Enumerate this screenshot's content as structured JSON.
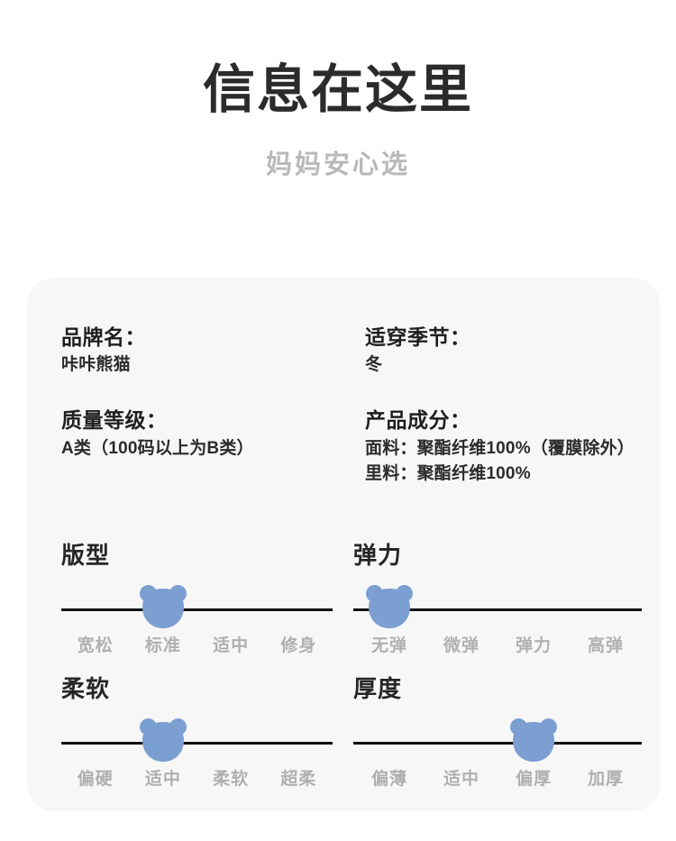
{
  "header": {
    "title": "信息在这里",
    "subtitle": "妈妈安心选"
  },
  "card": {
    "specs": {
      "left": [
        {
          "label": "品牌名：",
          "values": [
            "咔咔熊猫"
          ]
        },
        {
          "label": "质量等级：",
          "values": [
            "A类（100码以上为B类）"
          ]
        }
      ],
      "right": [
        {
          "label": "适穿季节：",
          "values": [
            "冬"
          ]
        },
        {
          "label": "产品成分：",
          "values": [
            "面料：聚酯纤维100%（覆膜除外）",
            "里料：聚酯纤维100%"
          ]
        }
      ]
    },
    "sliders": [
      {
        "title": "版型",
        "ticks": [
          "宽松",
          "标准",
          "适中",
          "修身"
        ],
        "selected_index": 1,
        "selected_value": "标准"
      },
      {
        "title": "弹力",
        "ticks": [
          "无弹",
          "微弹",
          "弹力",
          "高弹"
        ],
        "selected_index": 0,
        "selected_value": "无弹"
      },
      {
        "title": "柔软",
        "ticks": [
          "偏硬",
          "适中",
          "柔软",
          "超柔"
        ],
        "selected_index": 1,
        "selected_value": "适中"
      },
      {
        "title": "厚度",
        "ticks": [
          "偏薄",
          "适中",
          "偏厚",
          "加厚"
        ],
        "selected_index": 2,
        "selected_value": "偏厚"
      }
    ],
    "marker_icon": "bear-head-icon"
  },
  "colors": {
    "page_bg": "#ffffff",
    "card_bg": "#f7f7f7",
    "title": "#2b2b2b",
    "subtitle": "#b9b9b9",
    "marker": "#7c9fd1",
    "track": "#111111",
    "tick_label": "#b0b0b0"
  }
}
